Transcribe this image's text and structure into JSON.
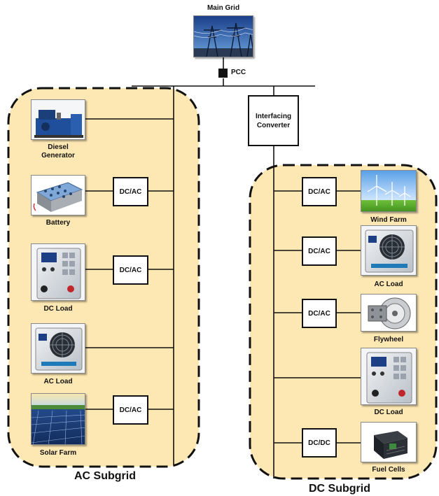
{
  "main_grid": {
    "label": "Main Grid",
    "icon": "transmission-tower-icon"
  },
  "pcc": {
    "label": "PCC"
  },
  "interfacing_converter": {
    "line1": "Interfacing",
    "line2": "Converter"
  },
  "ac_subgrid": {
    "title": "AC Subgrid",
    "fill_color": "#fde7b3",
    "items": [
      {
        "label_line1": "Diesel",
        "label_line2": "Generator",
        "converter": "",
        "icon": "diesel-generator-icon"
      },
      {
        "label_line1": "Battery",
        "converter": "DC/AC",
        "icon": "battery-icon"
      },
      {
        "label_line1": "DC Load",
        "converter": "DC/AC",
        "icon": "dc-load-icon"
      },
      {
        "label_line1": "AC Load",
        "converter": "",
        "icon": "ac-load-icon"
      },
      {
        "label_line1": "Solar Farm",
        "converter": "DC/AC",
        "icon": "solar-panel-icon"
      }
    ]
  },
  "dc_subgrid": {
    "title": "DC Subgrid",
    "fill_color": "#fde7b3",
    "items": [
      {
        "label_line1": "Wind Farm",
        "converter": "DC/AC",
        "icon": "wind-turbine-icon"
      },
      {
        "label_line1": "AC Load",
        "converter": "DC/AC",
        "icon": "ac-load-icon"
      },
      {
        "label_line1": "Flywheel",
        "converter": "DC/AC",
        "icon": "flywheel-icon"
      },
      {
        "label_line1": "DC Load",
        "converter": "",
        "icon": "dc-load-icon"
      },
      {
        "label_line1": "Fuel Cells",
        "converter": "DC/DC",
        "icon": "fuel-cell-icon"
      }
    ]
  }
}
